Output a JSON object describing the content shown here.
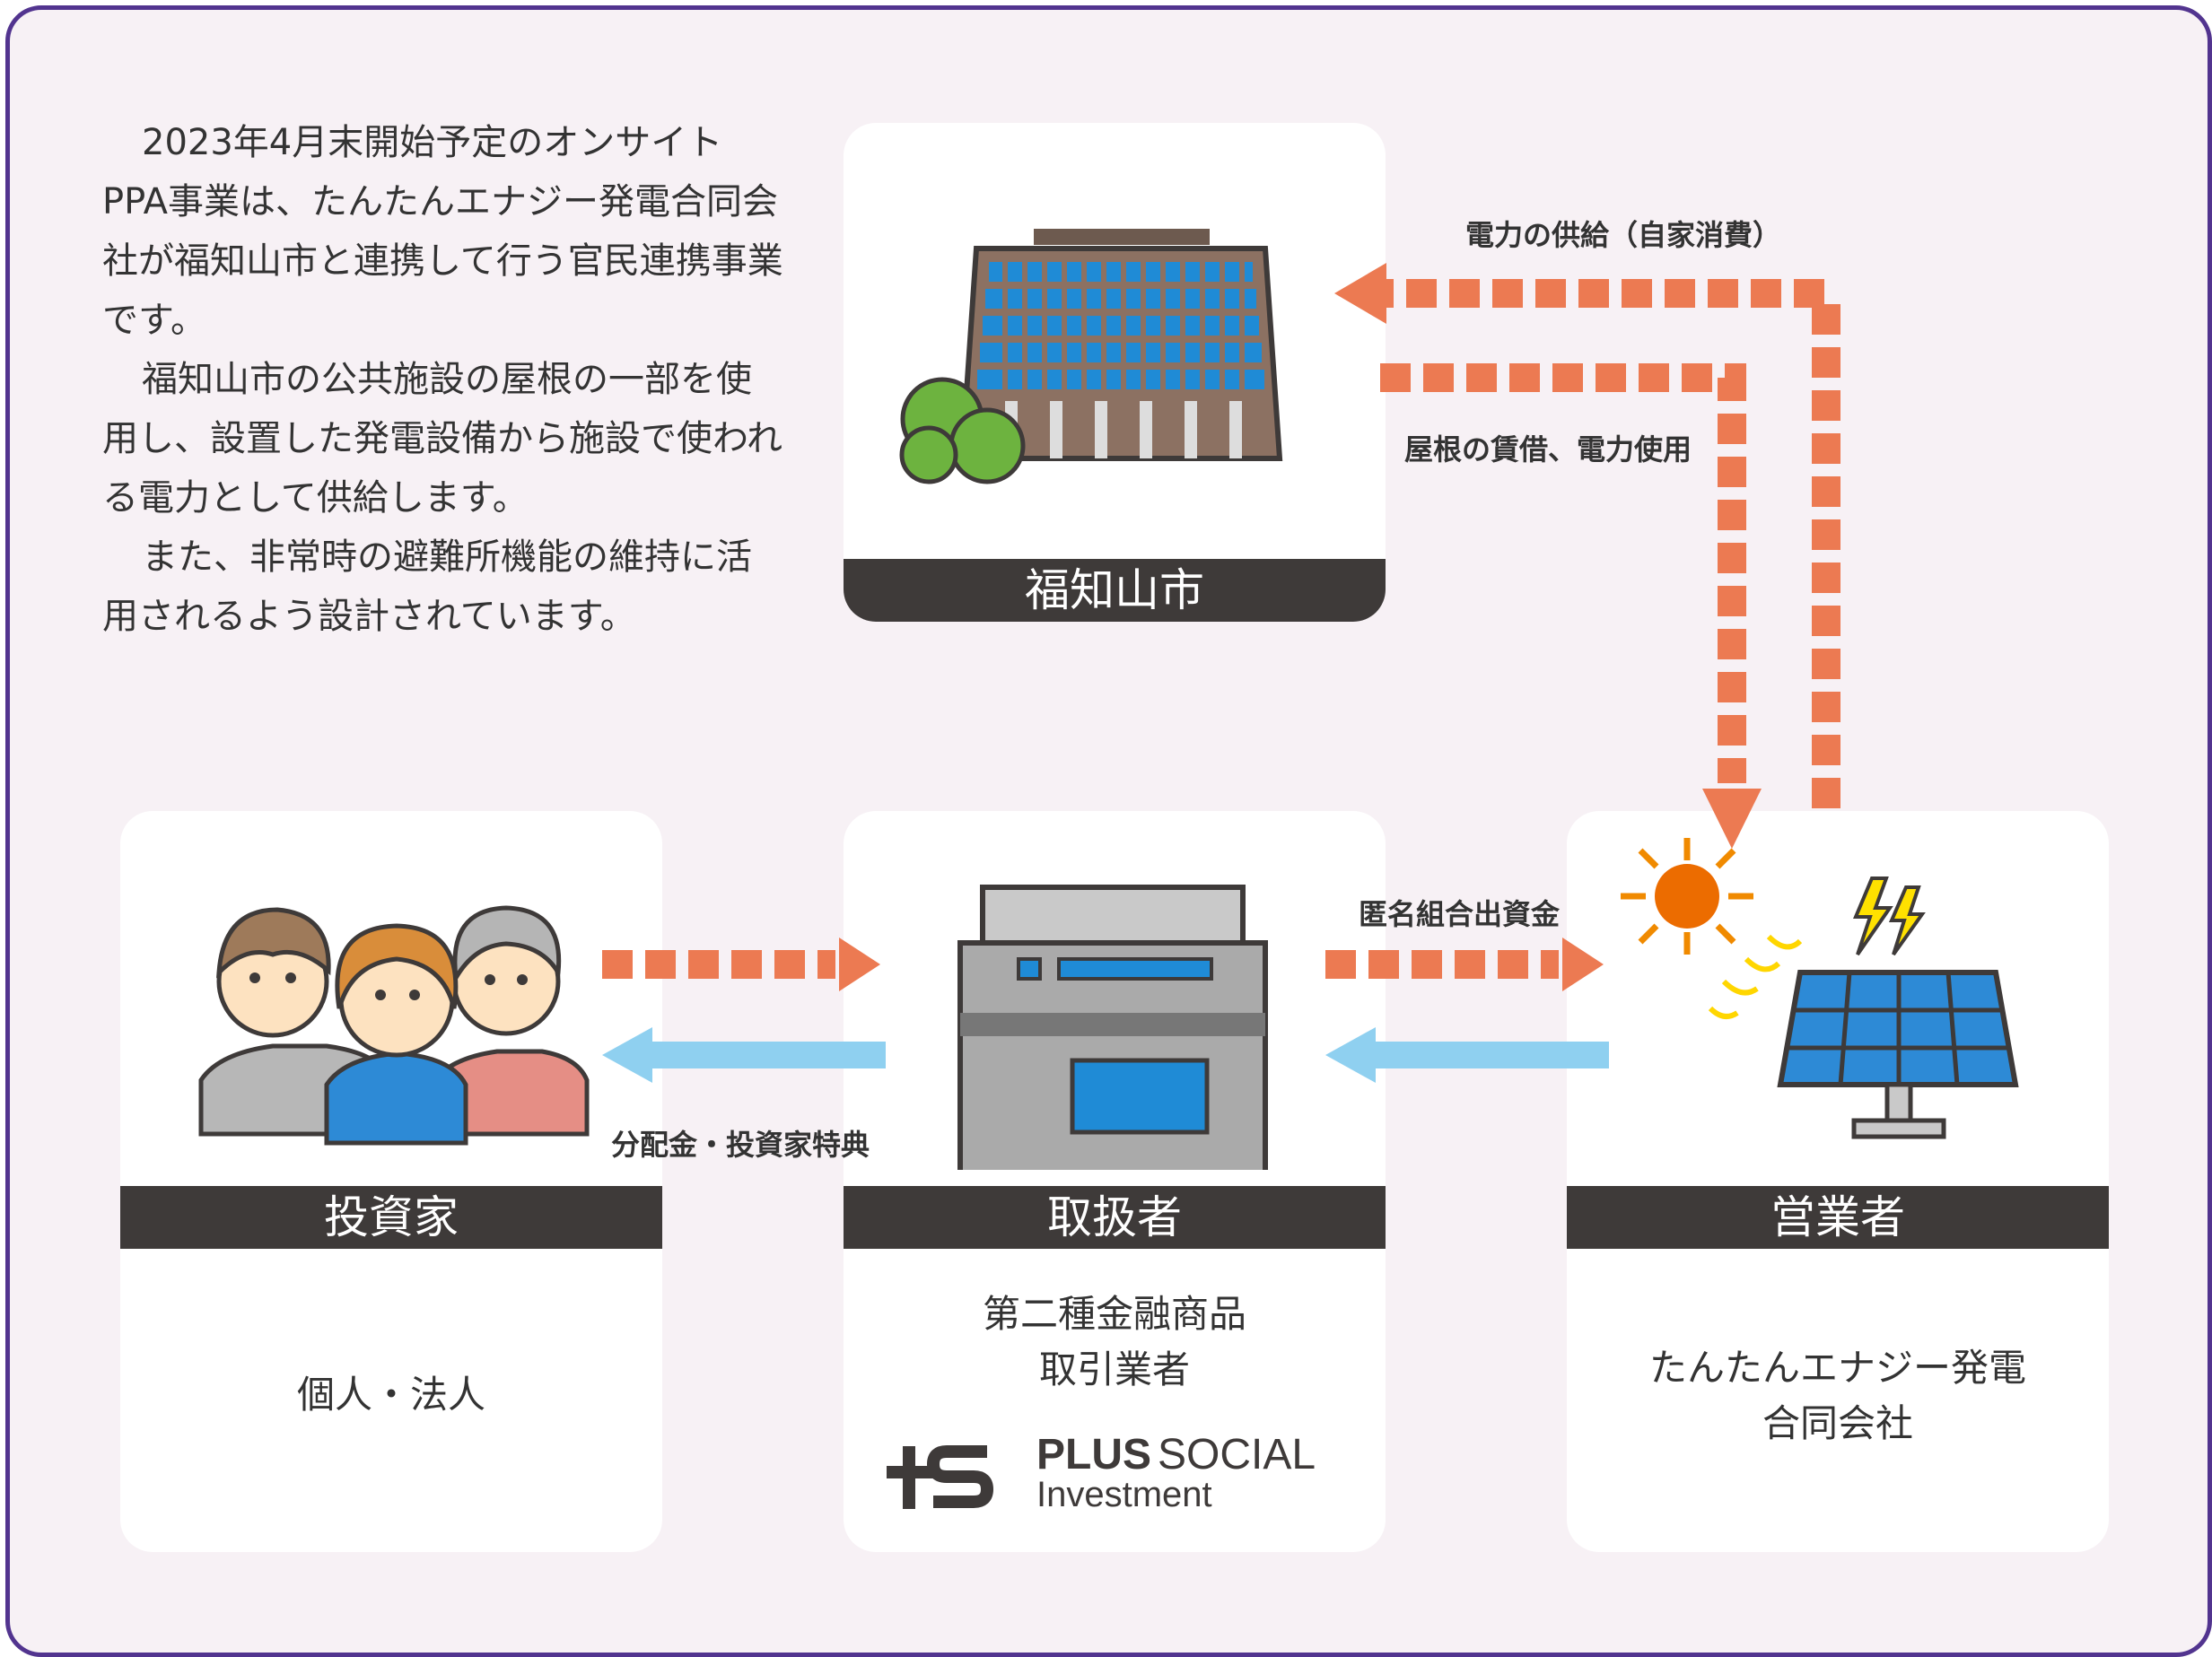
{
  "intro": {
    "p1": "2023年4月末開始予定のオンサイトPPA事業は、たんたんエナジー発電合同会社が福知山市と連携して行う官民連携事業です。",
    "p2": "福知山市の公共施設の屋根の一部を使用し、設置した発電設備から施設で使われる電力として供給します。",
    "p3": "また、非常時の避難所機能の維持に活用されるよう設計されています。"
  },
  "fukuchiyama": {
    "title": "福知山市"
  },
  "investor": {
    "title": "投資家",
    "desc": "個人・法人"
  },
  "handler": {
    "title": "取扱者",
    "desc_line1": "第二種金融商品",
    "desc_line2": "取引業者",
    "logo_text_bold": "PLUS",
    "logo_text_light": "SOCIAL",
    "logo_text_sub": "Investment"
  },
  "operator": {
    "title": "営業者",
    "desc_line1": "たんたんエナジー発電",
    "desc_line2": "合同会社"
  },
  "flows": {
    "power_supply": "電力の供給（自家消費）",
    "roof_lease": "屋根の賃借、電力使用",
    "anonymous_partnership": "匿名組合出資金",
    "dividend": "分配金・投資家特典"
  },
  "colors": {
    "frame": "#52348f",
    "background": "#f7f1f5",
    "orange_arrow": "#ec7a52",
    "blue_arrow": "#8fd0f0",
    "bar": "#3e3a39"
  }
}
